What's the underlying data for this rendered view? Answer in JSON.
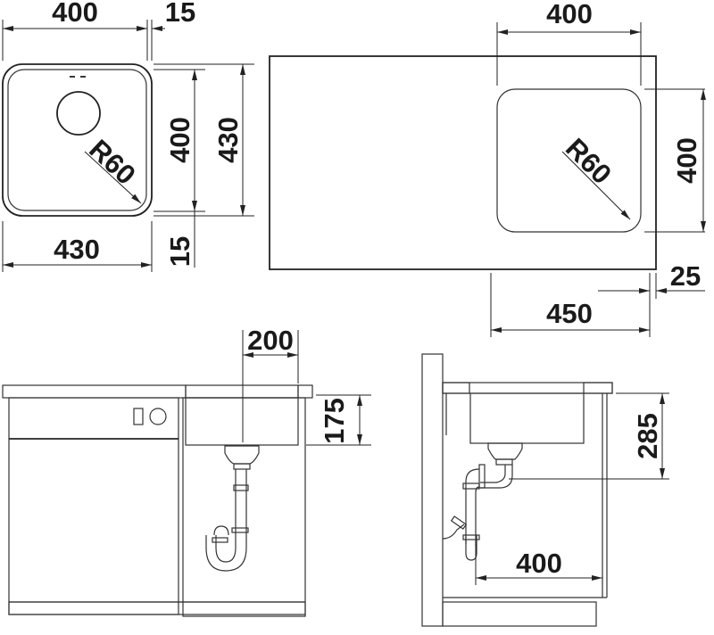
{
  "colors": {
    "line": "#333333",
    "text": "#1a1a1a",
    "background": "#ffffff"
  },
  "top_view_bowl": {
    "width_inner": "400",
    "rim": "15",
    "height_inner": "400",
    "height_outer": "430",
    "width_outer": "430",
    "rim_bottom": "15",
    "radius": "R60"
  },
  "top_view_cutout": {
    "width": "400",
    "height": "400",
    "radius": "R60",
    "offset_from_edge": "450",
    "edge_margin": "25"
  },
  "front_view": {
    "drain_offset": "200",
    "depth": "175"
  },
  "side_view": {
    "depth_to_outlet": "285",
    "cabinet_depth": "400"
  }
}
